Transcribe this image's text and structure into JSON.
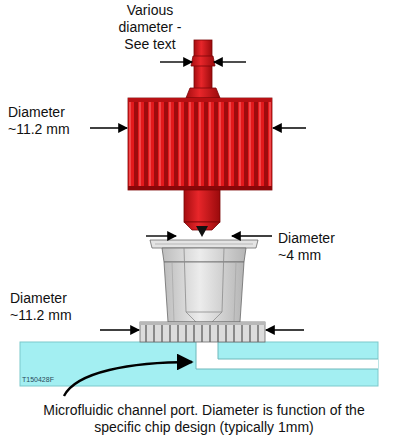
{
  "diagram": {
    "labels": [
      "Various diameter - See text",
      "Diameter ~11.2 mm",
      "Diameter ~4 mm",
      "Diameter ~11.2 mm",
      "Microfluidic channel port. Diameter is function of the specific chip design (typically 1mm)",
      "T150428F"
    ]
  }
}
